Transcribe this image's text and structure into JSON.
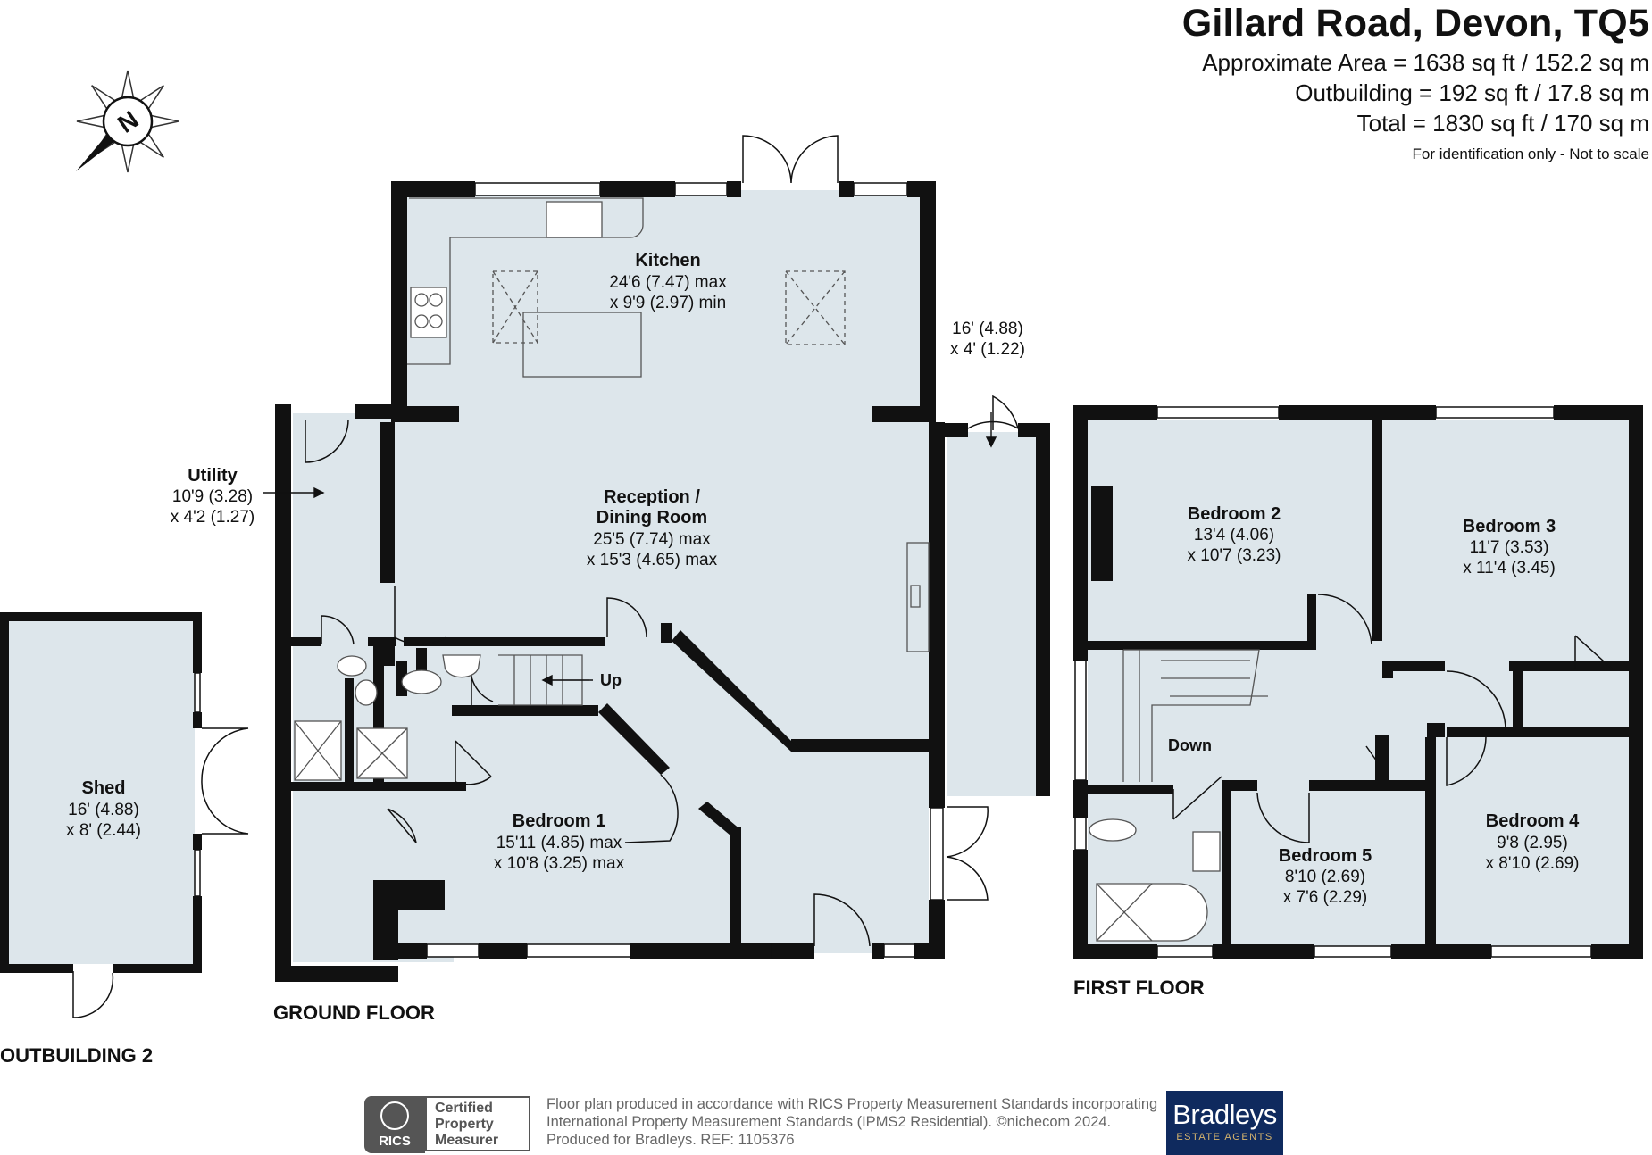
{
  "header": {
    "title": "Gillard Road, Devon, TQ5",
    "approx_area": "Approximate Area = 1638 sq ft / 152.2 sq m",
    "outbuilding_area": "Outbuilding = 192 sq ft / 17.8 sq m",
    "total_area": "Total = 1830 sq ft / 170 sq m",
    "note": "For identification only - Not to scale"
  },
  "compass": {
    "label": "N"
  },
  "floors": {
    "ground": "GROUND FLOOR",
    "first": "FIRST FLOOR",
    "outbuilding": "OUTBUILDING 2"
  },
  "rooms": {
    "kitchen": {
      "name": "Kitchen",
      "dim1": "24'6 (7.47) max",
      "dim2": "x 9'9 (2.97) min"
    },
    "reception": {
      "name1": "Reception /",
      "name2": "Dining Room",
      "dim1": "25'5 (7.74) max",
      "dim2": "x 15'3 (4.65) max"
    },
    "utility": {
      "name": "Utility",
      "dim1": "10'9 (3.28)",
      "dim2": "x 4'2 (1.27)"
    },
    "bedroom1": {
      "name": "Bedroom 1",
      "dim1": "15'11 (4.85) max",
      "dim2": "x 10'8 (3.25) max"
    },
    "passage": {
      "dim1": "16' (4.88)",
      "dim2": "x 4' (1.22)"
    },
    "shed": {
      "name": "Shed",
      "dim1": "16' (4.88)",
      "dim2": "x 8' (2.44)"
    },
    "bedroom2": {
      "name": "Bedroom 2",
      "dim1": "13'4 (4.06)",
      "dim2": "x 10'7 (3.23)"
    },
    "bedroom3": {
      "name": "Bedroom 3",
      "dim1": "11'7 (3.53)",
      "dim2": "x 11'4 (3.45)"
    },
    "bedroom4": {
      "name": "Bedroom 4",
      "dim1": "9'8 (2.95)",
      "dim2": "x 8'10 (2.69)"
    },
    "bedroom5": {
      "name": "Bedroom 5",
      "dim1": "8'10 (2.69)",
      "dim2": "x 7'6 (2.29)"
    }
  },
  "stairs": {
    "up": "Up",
    "down": "Down"
  },
  "footer": {
    "line1": "Floor plan produced in accordance with RICS Property Measurement Standards incorporating",
    "line2": "International Property Measurement Standards (IPMS2 Residential).  ©nichecom 2024.",
    "line3": "Produced for Bradleys.   REF:  1105376",
    "rics": "RICS",
    "cert1": "Certified",
    "cert2": "Property",
    "cert3": "Measurer",
    "brand": "Bradleys",
    "brand_sub": "ESTATE AGENTS"
  },
  "colors": {
    "room_fill": "#dde6eb",
    "wall": "#111111",
    "brand": "#0f2a5e"
  }
}
